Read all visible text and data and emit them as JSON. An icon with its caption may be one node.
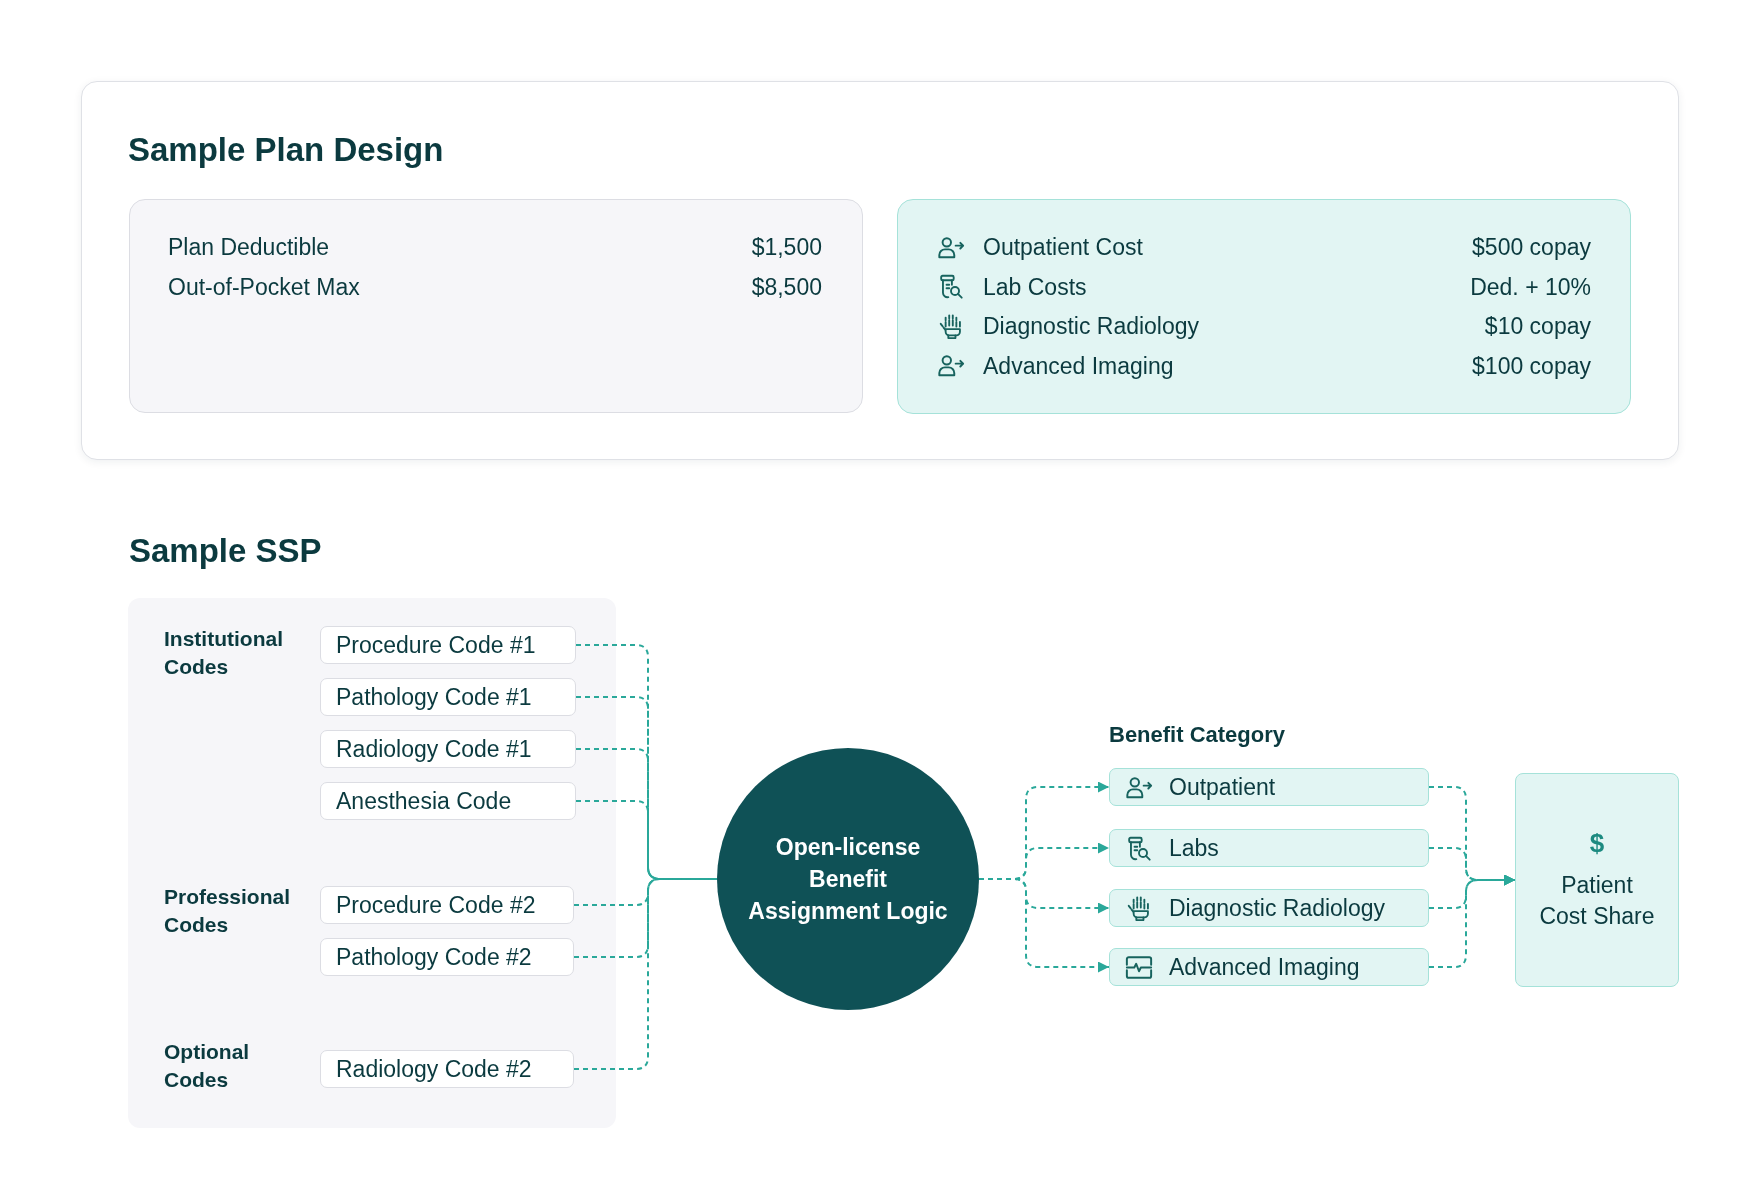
{
  "diagram": {
    "nodes": [
      {
        "text": [
          "Sample Plan Design"
        ]
      },
      {
        "text": [
          "Plan Deductible",
          "$1,500",
          "Out-of-Pocket Max",
          "$8,500"
        ],
        "in": 0
      },
      {
        "text": [
          "Outpatient Cost",
          "$500 copay",
          "Lab Costs",
          "Ded. + 10%",
          "Diagnostic Radiology",
          "$10 copay",
          "Advanced Imaging",
          "$100 copay"
        ],
        "in": 0
      },
      {
        "text": [
          "Institutional Codes",
          "Professional Codes",
          "Optional Codes"
        ]
      },
      {
        "text": [
          "Procedure Code #1"
        ],
        "in": 3
      },
      {
        "text": [
          "Pathology Code #1"
        ],
        "in": 3
      },
      {
        "text": [
          "Radiology Code #1"
        ],
        "in": 3
      },
      {
        "text": [
          "Anesthesia Code"
        ],
        "in": 3
      },
      {
        "text": [
          "Procedure Code #2"
        ],
        "in": 3
      },
      {
        "text": [
          "Pathology Code #2"
        ],
        "in": 3
      },
      {
        "text": [
          "Radiology Code #2"
        ],
        "in": 3
      },
      {
        "text": [
          "Open-license Benefit Assignment Logic"
        ]
      },
      {
        "text": [
          "Outpatient"
        ]
      },
      {
        "text": [
          "Labs"
        ]
      },
      {
        "text": [
          "Diagnostic Radiology"
        ]
      },
      {
        "text": [
          "Advanced Imaging"
        ]
      },
      {
        "text": [
          "$",
          "Patient Cost Share"
        ]
      }
    ],
    "edges": [
      {
        "from": 4,
        "to": 11,
        "arrow": "none",
        "style": "dashed"
      },
      {
        "from": 5,
        "to": 11,
        "arrow": "none",
        "style": "dashed"
      },
      {
        "from": 6,
        "to": 11,
        "arrow": "none",
        "style": "dashed"
      },
      {
        "from": 7,
        "to": 11,
        "arrow": "none",
        "style": "dashed"
      },
      {
        "from": 8,
        "to": 11,
        "arrow": "none",
        "style": "dashed"
      },
      {
        "from": 9,
        "to": 11,
        "arrow": "none",
        "style": "dashed"
      },
      {
        "from": 10,
        "to": 11,
        "arrow": "none",
        "style": "dashed"
      },
      {
        "from": 11,
        "to": 12,
        "arrow": "to",
        "style": "dashed"
      },
      {
        "from": 11,
        "to": 13,
        "arrow": "to",
        "style": "dashed"
      },
      {
        "from": 11,
        "to": 14,
        "arrow": "to",
        "style": "dashed"
      },
      {
        "from": 11,
        "to": 15,
        "arrow": "to",
        "style": "dashed"
      },
      {
        "from": 12,
        "to": 16,
        "arrow": "to",
        "style": "dashed"
      },
      {
        "from": 13,
        "to": 16,
        "arrow": "to",
        "style": "dashed"
      },
      {
        "from": 14,
        "to": 16,
        "arrow": "to",
        "style": "dashed"
      },
      {
        "from": 15,
        "to": 16,
        "arrow": "to",
        "style": "dashed"
      }
    ],
    "labels": [
      "Sample SSP",
      "Benefit Category"
    ]
  }
}
